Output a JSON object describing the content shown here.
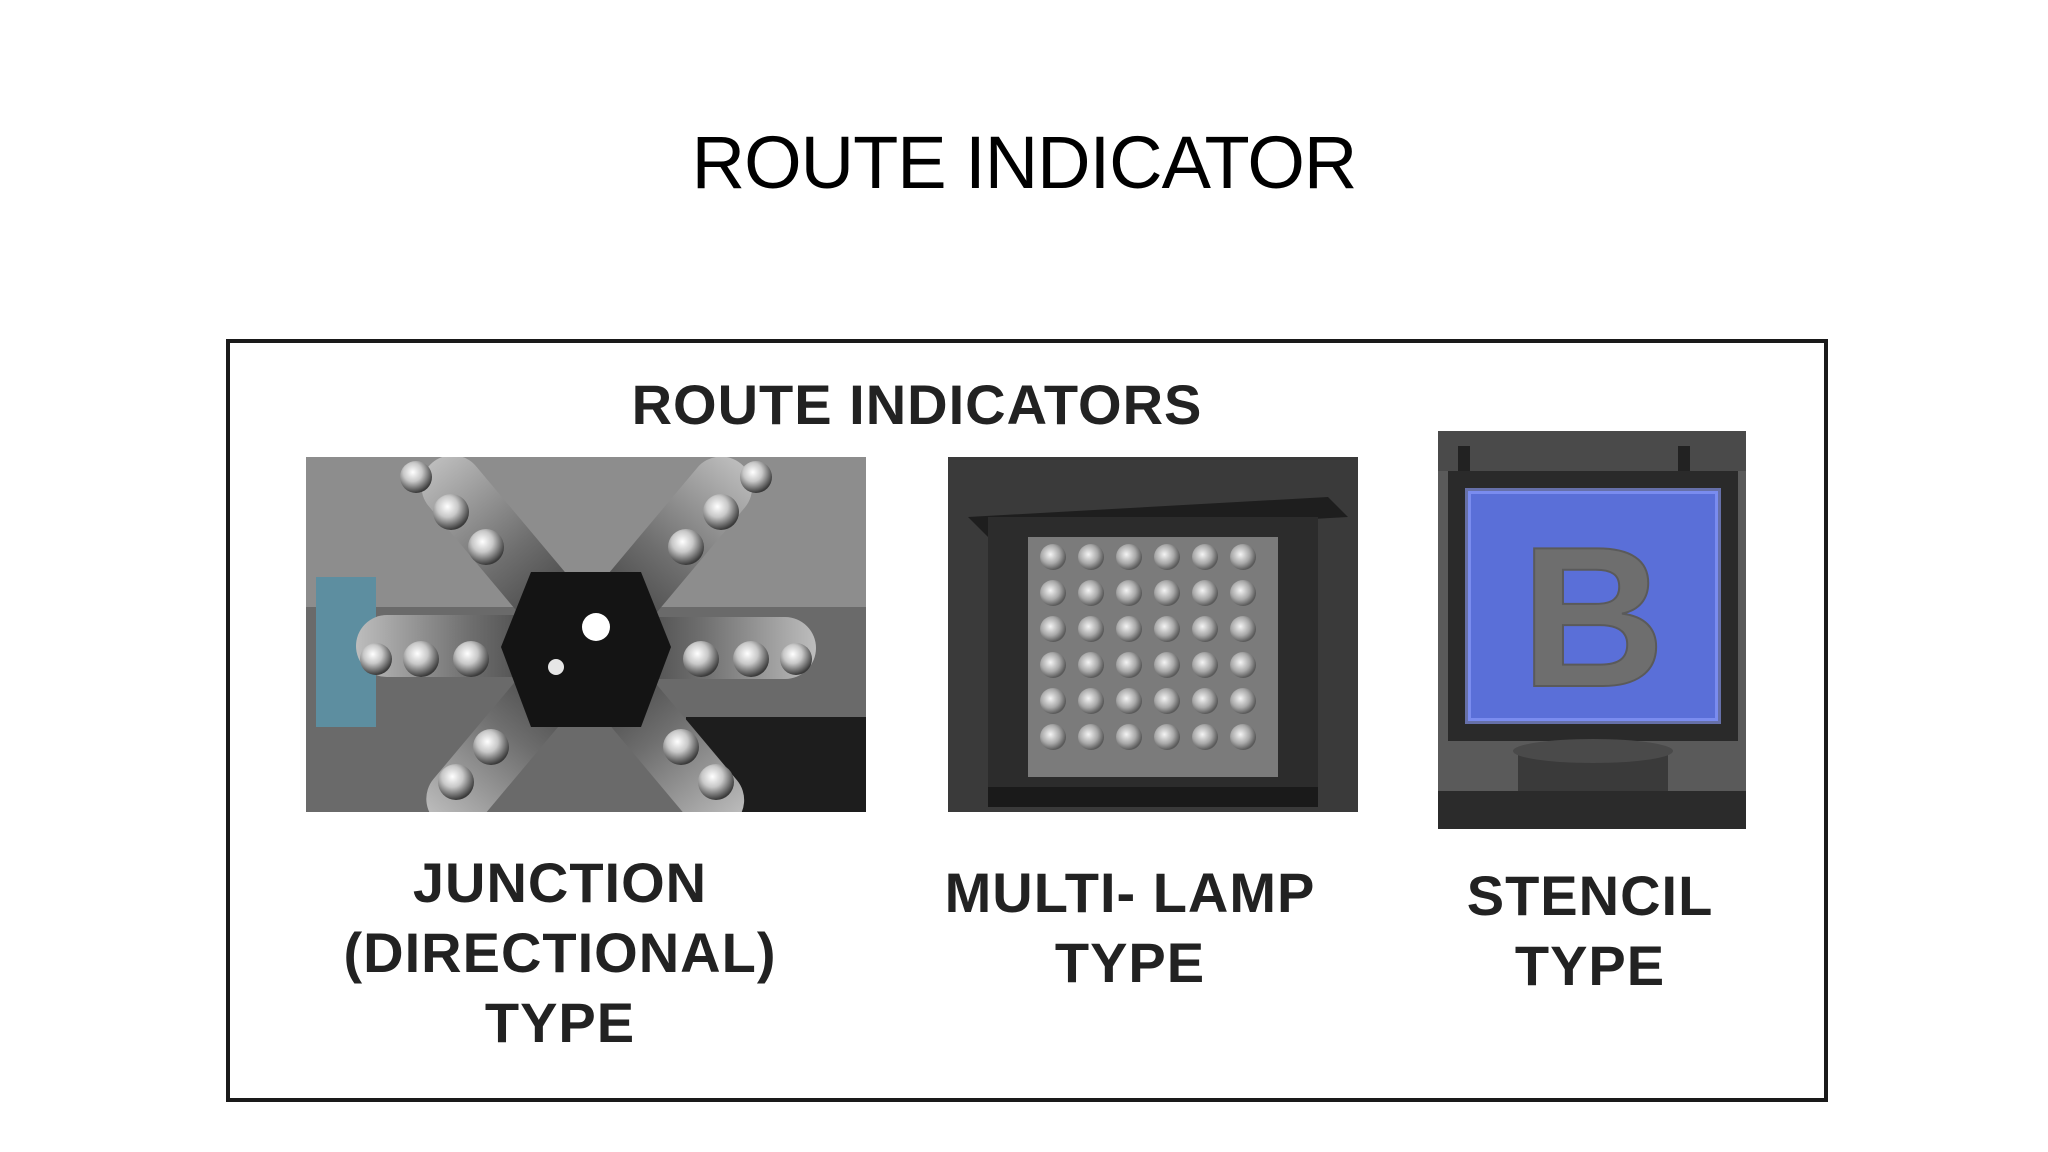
{
  "slide": {
    "title": "ROUTE INDICATOR"
  },
  "figure": {
    "heading": "ROUTE INDICATORS",
    "items": [
      {
        "icon": "junction-directional-route-indicator-photo",
        "caption_lines": [
          "JUNCTION",
          "(DIRECTIONAL)",
          "TYPE"
        ]
      },
      {
        "icon": "multi-lamp-route-indicator-photo",
        "caption_lines": [
          "MULTI- LAMP",
          "TYPE"
        ]
      },
      {
        "icon": "stencil-route-indicator-photo",
        "stencil_letter": "B",
        "caption_lines": [
          "STENCIL",
          "TYPE"
        ]
      }
    ]
  },
  "colors": {
    "stencil_panel": "#5a6fd8",
    "frame": "#1a1a1a"
  }
}
